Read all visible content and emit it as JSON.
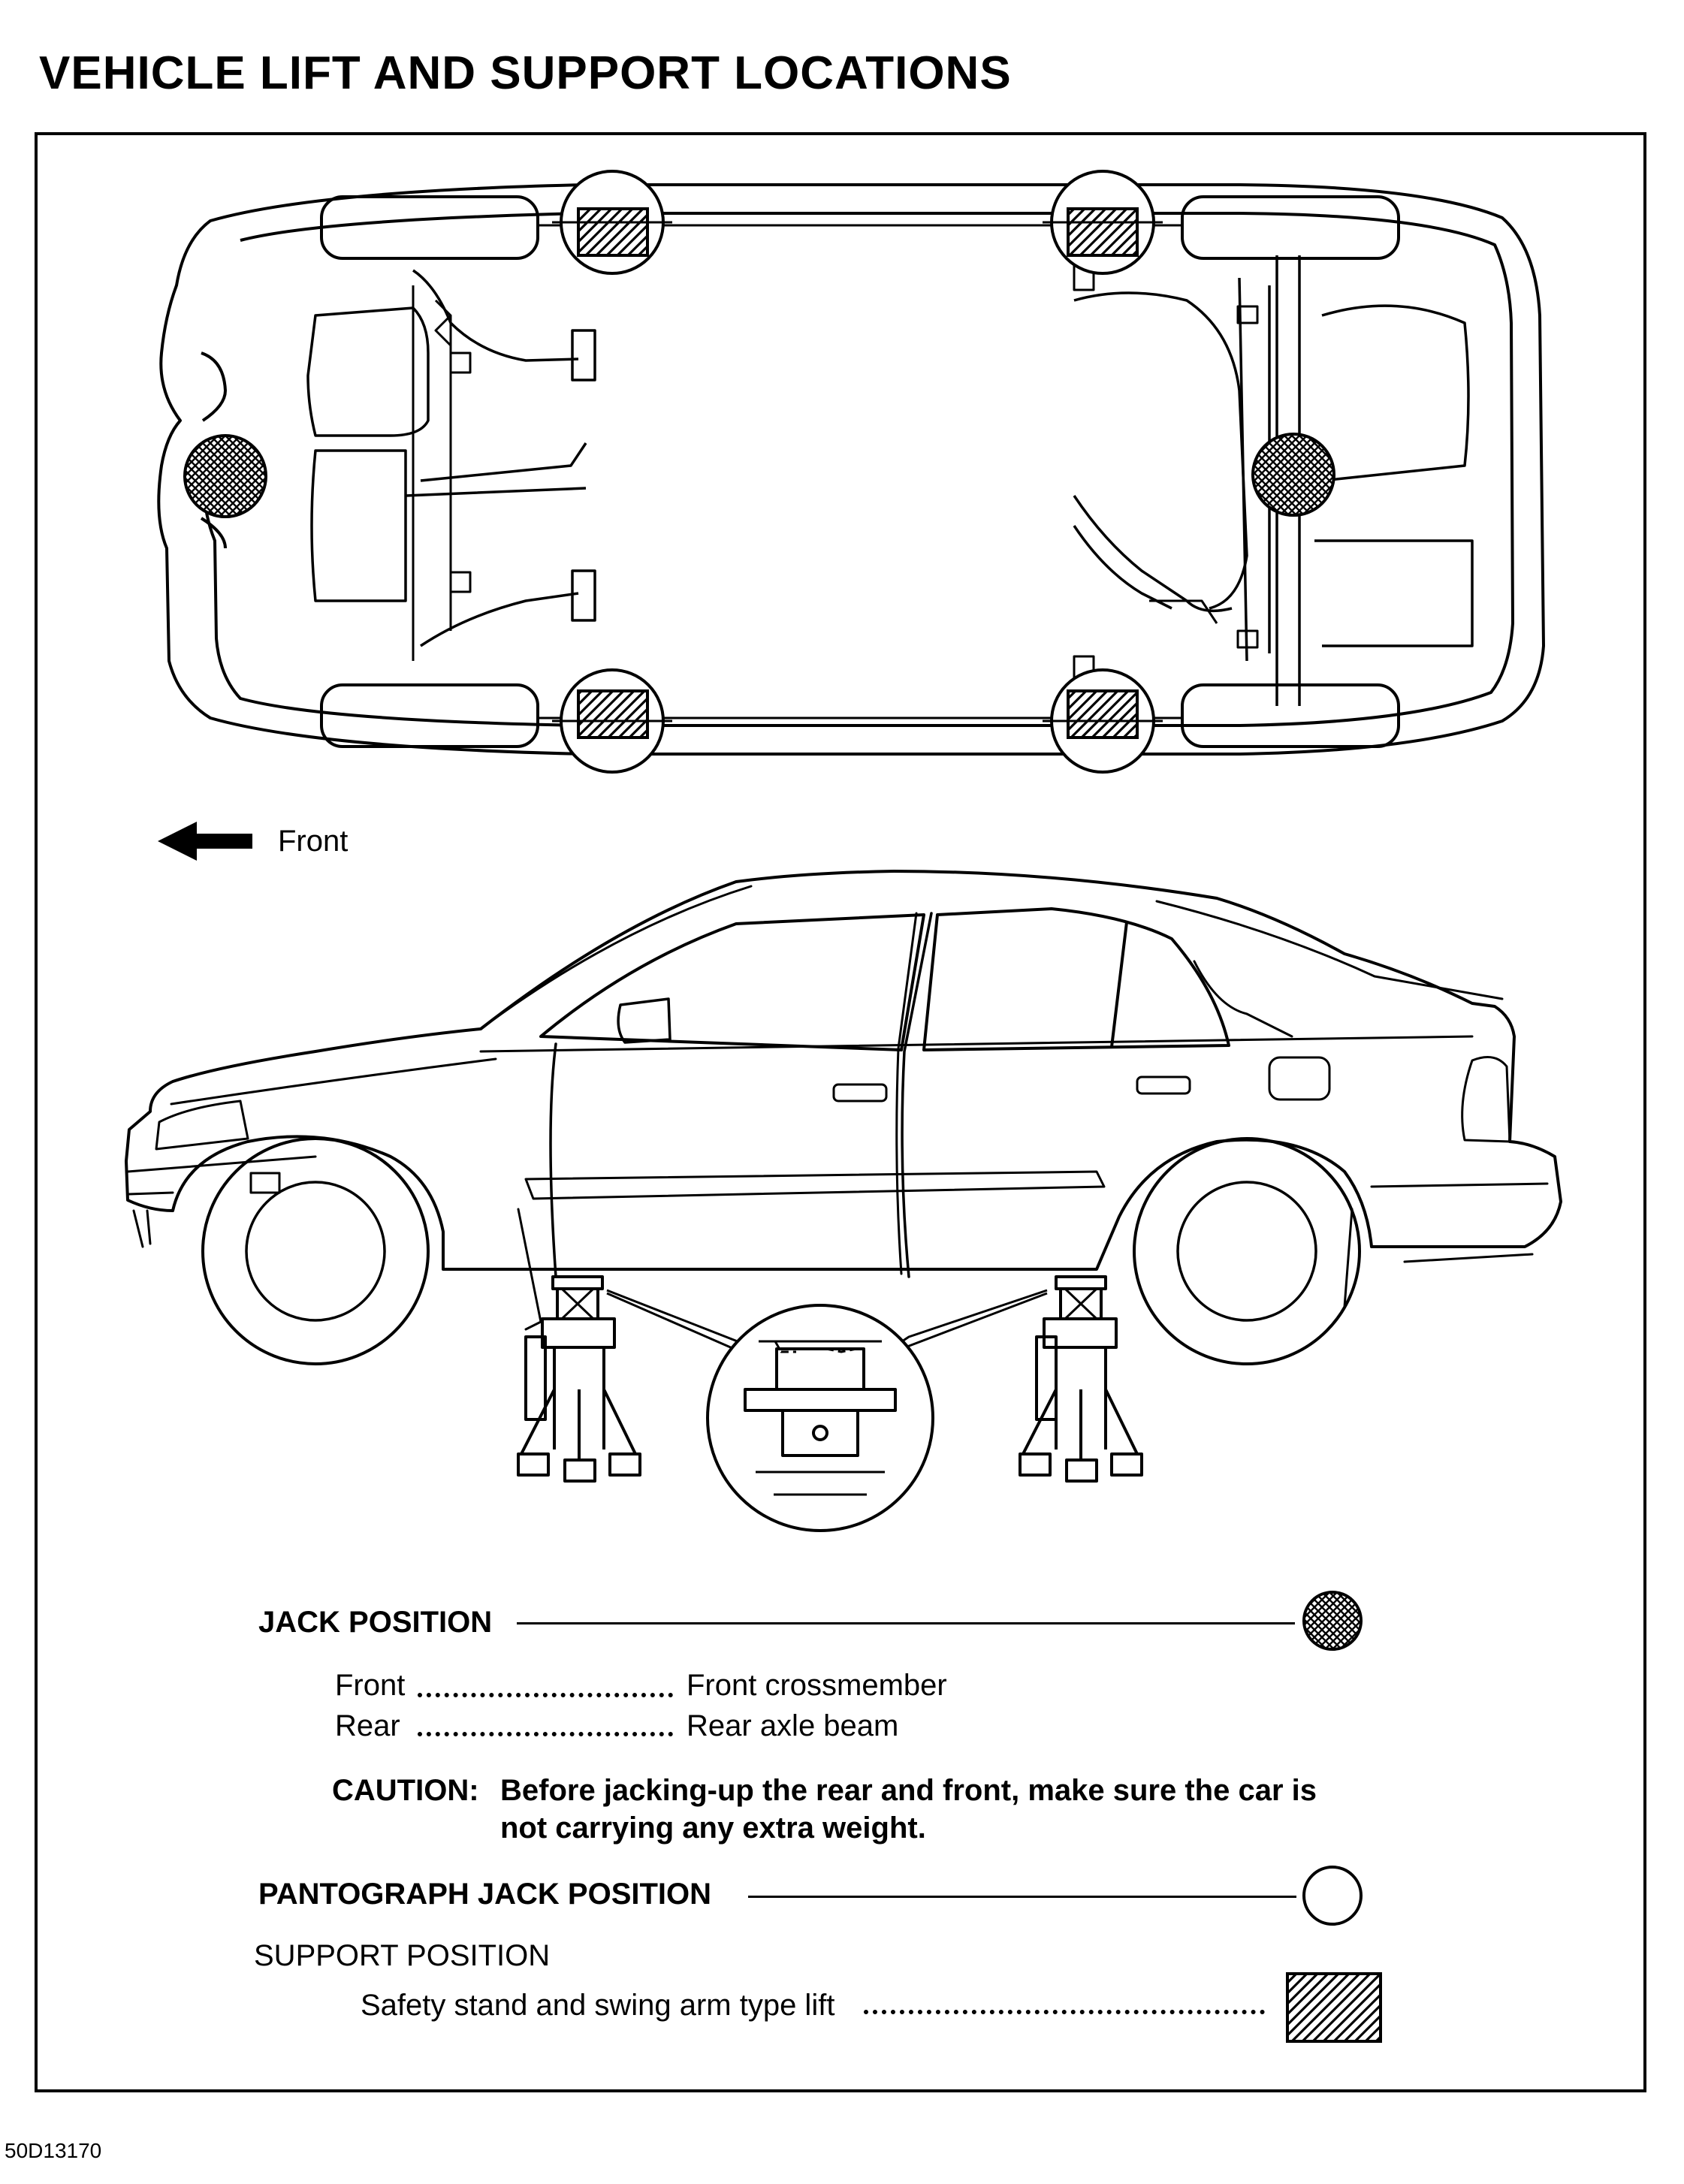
{
  "title": "VEHICLE LIFT AND SUPPORT LOCATIONS",
  "direction": {
    "label": "Front"
  },
  "legend": {
    "jack_position": {
      "label": "JACK POSITION",
      "front_key": "Front",
      "front_value": "Front crossmember",
      "rear_key": "Rear",
      "rear_value": "Rear axle beam"
    },
    "caution": {
      "label": "CAUTION:",
      "line1": "Before jacking-up the rear and front, make sure the car is",
      "line2": "not carrying any extra weight."
    },
    "pantograph": {
      "label": "PANTOGRAPH JACK POSITION"
    },
    "support": {
      "label": "SUPPORT POSITION",
      "item": "Safety stand and swing arm type lift"
    }
  },
  "figure_id": "50D13170"
}
